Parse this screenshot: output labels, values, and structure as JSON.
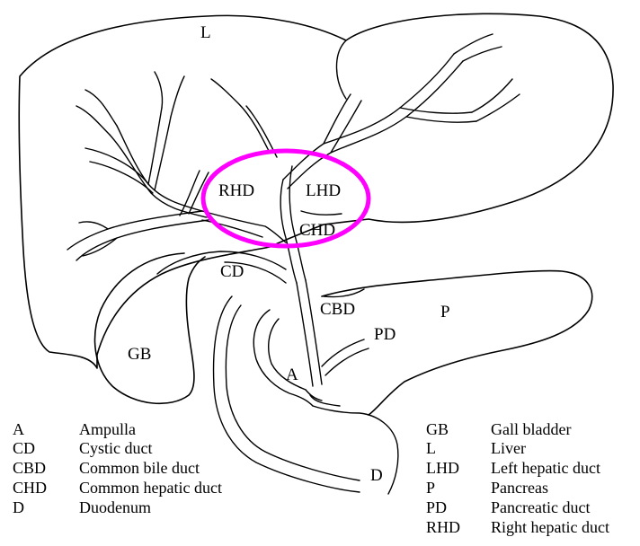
{
  "diagram": {
    "labels": {
      "L": "L",
      "RHD": "RHD",
      "LHD": "LHD",
      "CHD": "CHD",
      "CD": "CD",
      "CBD": "CBD",
      "P": "P",
      "PD": "PD",
      "GB": "GB",
      "A": "A",
      "D": "D"
    },
    "highlight_color": "#ff00ff"
  },
  "legend": {
    "left": [
      {
        "abbr": "A",
        "name": "Ampulla"
      },
      {
        "abbr": "CD",
        "name": "Cystic duct"
      },
      {
        "abbr": "CBD",
        "name": "Common bile duct"
      },
      {
        "abbr": "CHD",
        "name": "Common hepatic duct"
      },
      {
        "abbr": "D",
        "name": "Duodenum"
      }
    ],
    "right": [
      {
        "abbr": "GB",
        "name": "Gall bladder"
      },
      {
        "abbr": "L",
        "name": "Liver"
      },
      {
        "abbr": "LHD",
        "name": "Left hepatic duct"
      },
      {
        "abbr": "P",
        "name": "Pancreas"
      },
      {
        "abbr": "PD",
        "name": "Pancreatic duct"
      },
      {
        "abbr": "RHD",
        "name": "Right hepatic duct"
      }
    ]
  }
}
